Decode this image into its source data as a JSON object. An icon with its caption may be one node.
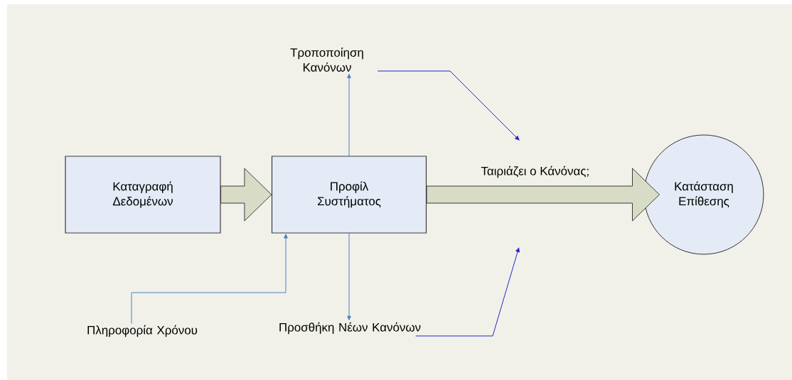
{
  "diagram": {
    "nodes": [
      {
        "text": [
          "Καταγραφή Δεδομένων"
        ]
      },
      {
        "text": [
          "Προφίλ Συστήματος"
        ]
      },
      {
        "text": [
          "Κατάσταση Επίθεσης"
        ]
      },
      {
        "text": [
          "Τροποποίηση Κανόνων"
        ]
      },
      {
        "text": [
          "Προσθήκη Νέων Κανόνων"
        ]
      },
      {
        "text": [
          "Πληροφορία Χρόνου"
        ]
      }
    ],
    "edges": [
      {
        "from": 0,
        "to": 1,
        "arrow": "to",
        "style": "thick",
        "color": "#d8dcc6"
      },
      {
        "from": 1,
        "to": 2,
        "arrow": "to",
        "style": "thick",
        "color": "#d8dcc6",
        "label": "Ταιριάζει ο Κάνόνας;"
      },
      {
        "from": 1,
        "to": 3,
        "arrow": "to"
      },
      {
        "from": 1,
        "to": 4,
        "arrow": "to"
      },
      {
        "from": 5,
        "to": 1,
        "arrow": "to"
      },
      {
        "from": 3,
        "to": null,
        "arrow": "to",
        "color": "#2424c8"
      },
      {
        "from": 4,
        "to": null,
        "arrow": "to",
        "color": "#2424c8"
      }
    ]
  }
}
